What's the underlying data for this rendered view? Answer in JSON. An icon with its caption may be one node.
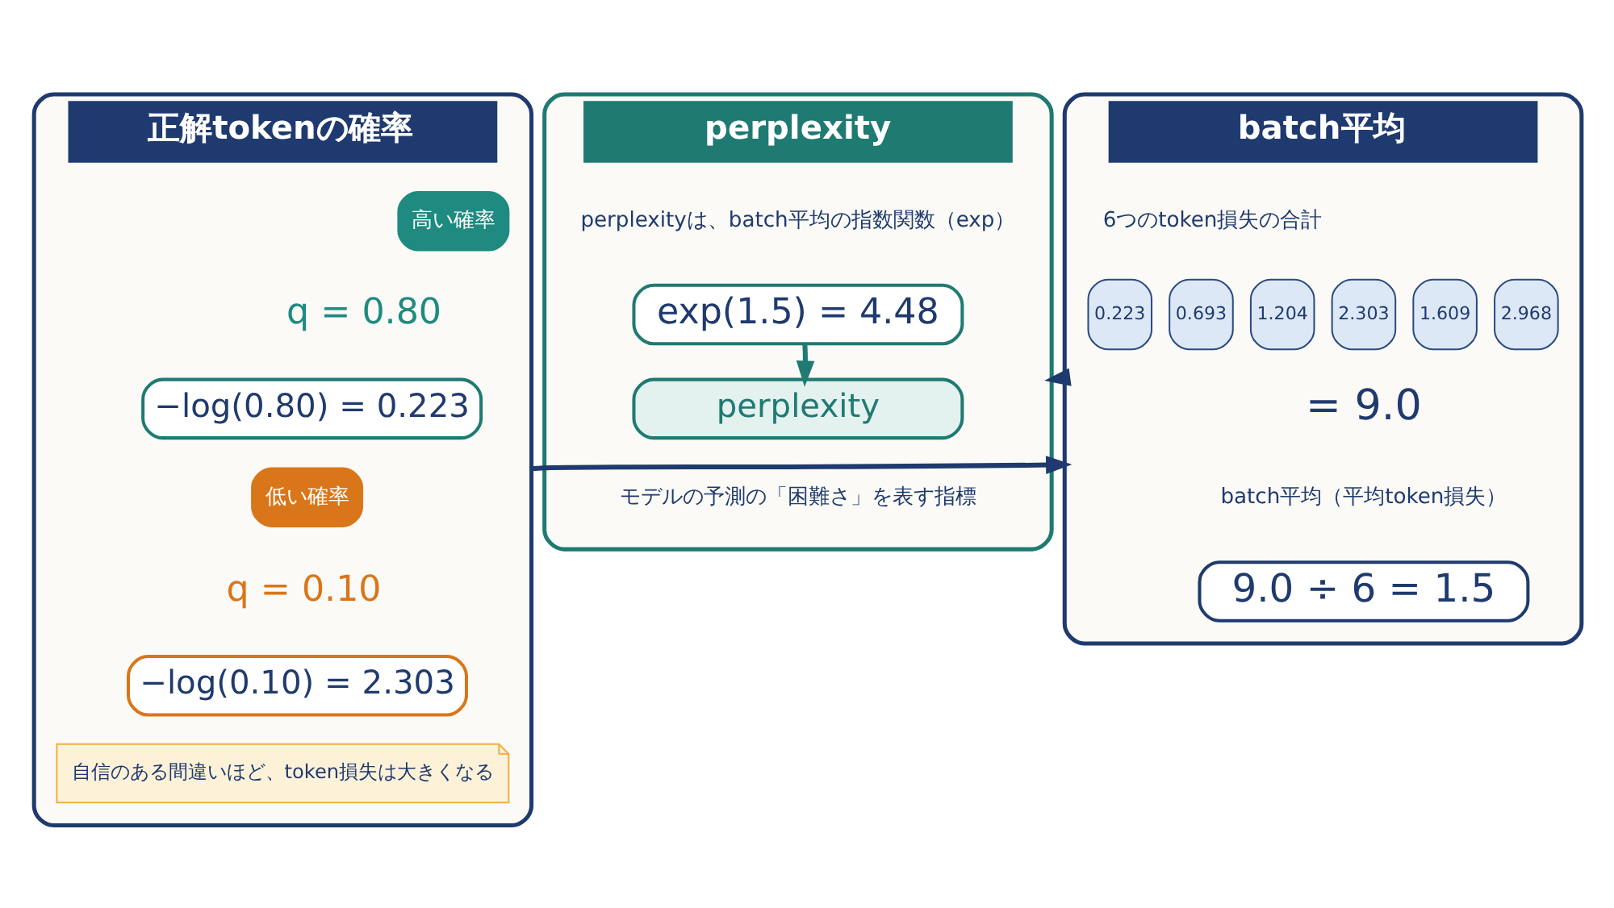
{
  "diagram": {
    "nodes": [
      {
        "text": [
          "正解tokenの確率"
        ]
      },
      {
        "text": [
          "高い確率"
        ],
        "in": 0
      },
      {
        "text": [
          "−log(0.80) = 0.223"
        ],
        "in": 0
      },
      {
        "text": [
          "低い確率"
        ],
        "in": 0
      },
      {
        "text": [
          "−log(0.10) = 2.303"
        ],
        "in": 0
      },
      {
        "text": [
          "自信のある間違いほど、token損失は大きくなる"
        ],
        "in": 0
      },
      {
        "text": [
          "batch平均"
        ]
      },
      {
        "text": [
          "0.223"
        ],
        "in": 6
      },
      {
        "text": [
          "0.693"
        ],
        "in": 6
      },
      {
        "text": [
          "1.204"
        ],
        "in": 6
      },
      {
        "text": [
          "2.303"
        ],
        "in": 6
      },
      {
        "text": [
          "1.609"
        ],
        "in": 6
      },
      {
        "text": [
          "2.968"
        ],
        "in": 6
      },
      {
        "text": [
          "9.0 ÷ 6 = 1.5"
        ],
        "in": 6
      },
      {
        "text": [
          "perplexity"
        ]
      },
      {
        "text": [
          "exp(1.5) = 4.48"
        ],
        "in": 14
      },
      {
        "text": [
          "perplexity"
        ],
        "in": 14
      }
    ],
    "edges": [
      {
        "from": 0,
        "to": 6,
        "arrow": "to"
      },
      {
        "from": 6,
        "to": 14,
        "arrow": "to"
      },
      {
        "from": 15,
        "to": 16,
        "arrow": "to",
        "color": "#1f7a72"
      }
    ],
    "labels": [
      "q = 0.80",
      "q = 0.10",
      "6つのtoken損失の合計",
      "= 9.0",
      "batch平均（平均token損失）",
      "perplexityは、batch平均の指数関数（exp）",
      "モデルの予測の「困難さ」を表す指標"
    ]
  }
}
